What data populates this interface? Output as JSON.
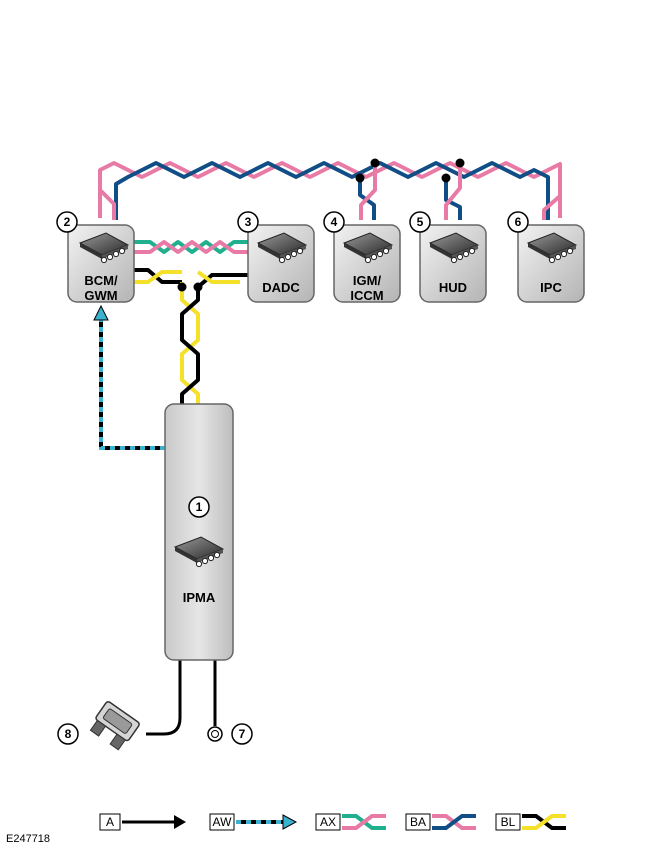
{
  "modules": [
    {
      "number": "1",
      "label": "IPMA"
    },
    {
      "number": "2",
      "label_line1": "BCM/",
      "label_line2": "GWM"
    },
    {
      "number": "3",
      "label": "DADC"
    },
    {
      "number": "4",
      "label_line1": "IGM/",
      "label_line2": "ICCM"
    },
    {
      "number": "5",
      "label": "HUD"
    },
    {
      "number": "6",
      "label": "IPC"
    }
  ],
  "components": {
    "ground": {
      "number": "7"
    },
    "fuse": {
      "number": "8"
    }
  },
  "legend": [
    {
      "key": "A",
      "style": "solid-arrow"
    },
    {
      "key": "AW",
      "style": "dashed-arrow"
    },
    {
      "key": "AX",
      "style": "twisted-pair"
    },
    {
      "key": "BA",
      "style": "twisted-pair"
    },
    {
      "key": "BL",
      "style": "twisted-pair"
    }
  ],
  "figure_id": "E247718",
  "colors": {
    "pink": "#e87aa6",
    "navy": "#114e86",
    "teal": "#21b08e",
    "yellow": "#f5e02a",
    "black": "#000000",
    "cyan": "#3ab3d0"
  }
}
